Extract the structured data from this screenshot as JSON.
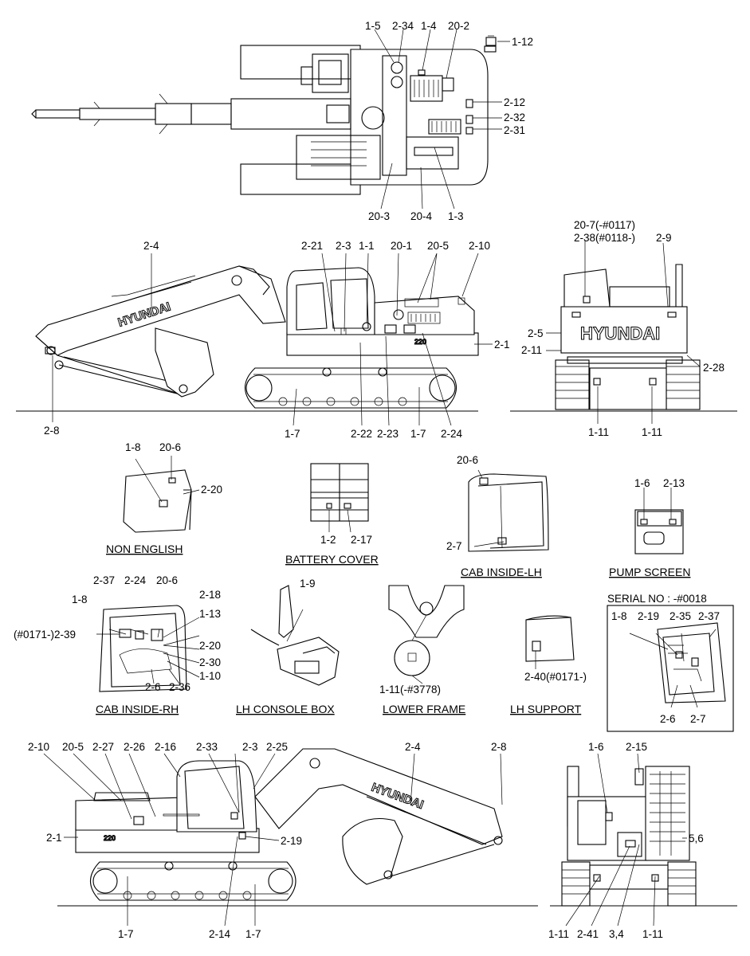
{
  "labels": {
    "top": [
      "1-5",
      "2-34",
      "1-4",
      "20-2",
      "1-12",
      "2-12",
      "2-32",
      "2-31",
      "20-3",
      "20-4",
      "1-3"
    ],
    "side_left": [
      "2-4",
      "2-21",
      "2-3",
      "1-1",
      "20-1",
      "20-5",
      "2-10",
      "2-1",
      "2-8",
      "1-7",
      "2-22",
      "2-23",
      "1-7",
      "2-24"
    ],
    "rear": [
      "20-7(-#0117)",
      "2-38(#0118-)",
      "2-9",
      "2-5",
      "2-11",
      "2-28",
      "1-11",
      "1-11"
    ],
    "non_english": [
      "1-8",
      "20-6",
      "2-20"
    ],
    "battery": [
      "1-2",
      "2-17"
    ],
    "cab_lh": [
      "20-6",
      "2-7"
    ],
    "pump": [
      "1-6",
      "2-13"
    ],
    "cab_rh": [
      "2-37",
      "2-24",
      "20-6",
      "1-8",
      "2-18",
      "1-13",
      "(#0171-)2-39",
      "2-20",
      "2-30",
      "1-10",
      "2-6",
      "2-36"
    ],
    "console": [
      "1-9"
    ],
    "lower_frame": [
      "1-11(-#3778)"
    ],
    "lh_support": [
      "2-40(#0171-)"
    ],
    "serial": [
      "1-8",
      "2-19",
      "2-35",
      "2-37",
      "2-6",
      "2-7"
    ],
    "side_right": [
      "2-10",
      "20-5",
      "2-27",
      "2-26",
      "2-16",
      "2-33",
      "2-3",
      "2-25",
      "2-4",
      "2-8",
      "2-1",
      "2-19",
      "1-7",
      "2-14",
      "1-7"
    ],
    "front": [
      "1-6",
      "2-15",
      "5,6",
      "1-11",
      "2-41",
      "3,4",
      "1-11"
    ]
  },
  "captions": {
    "non_english": "NON ENGLISH",
    "battery": "BATTERY COVER",
    "cab_lh": "CAB INSIDE-LH",
    "pump": "PUMP SCREEN",
    "serial": "SERIAL NO : -#0018",
    "cab_rh": "CAB INSIDE-RH",
    "console": "LH CONSOLE BOX",
    "lower_frame": "LOWER FRAME",
    "lh_support": "LH SUPPORT"
  },
  "brand": {
    "boom_left": "HYUNDAI",
    "rear": "HYUNDAI",
    "boom_right": "HYUNDAI"
  }
}
